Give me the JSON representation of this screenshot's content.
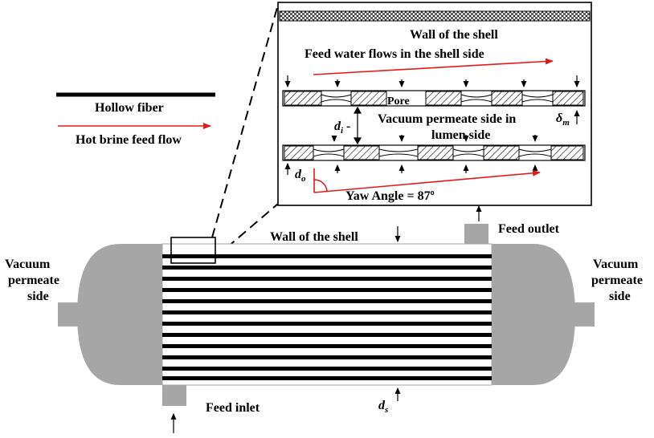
{
  "legend": {
    "hollow_fiber": "Hollow fiber",
    "hot_brine": "Hot brine feed flow"
  },
  "inset": {
    "wall": "Wall of the shell",
    "feed_water": "Feed water flows in the shell side",
    "pore": "Pore",
    "vacuum_lumen_1": "Vacuum permeate side in",
    "vacuum_lumen_2": "lumen side",
    "yaw": "Yaw Angle = 87",
    "yaw_deg": "o",
    "di": "d",
    "di_sub": "i",
    "do": "d",
    "do_sub": "o",
    "delta": "δ",
    "delta_sub": "m"
  },
  "module": {
    "wall": "Wall of the shell",
    "feed_outlet": "Feed outlet",
    "feed_inlet": "Feed inlet",
    "ds": "d",
    "ds_sub": "s",
    "left_vac_1": "Vacuum",
    "left_vac_2": "permeate",
    "left_vac_3": "side",
    "right_vac_1": "Vacuum",
    "right_vac_2": "permeate",
    "right_vac_3": "side"
  },
  "colors": {
    "fiber": "#000000",
    "brine": "#e31a1c",
    "shell_cap": "#a6a6a6",
    "fiber_wall": "#bfbfbf"
  }
}
